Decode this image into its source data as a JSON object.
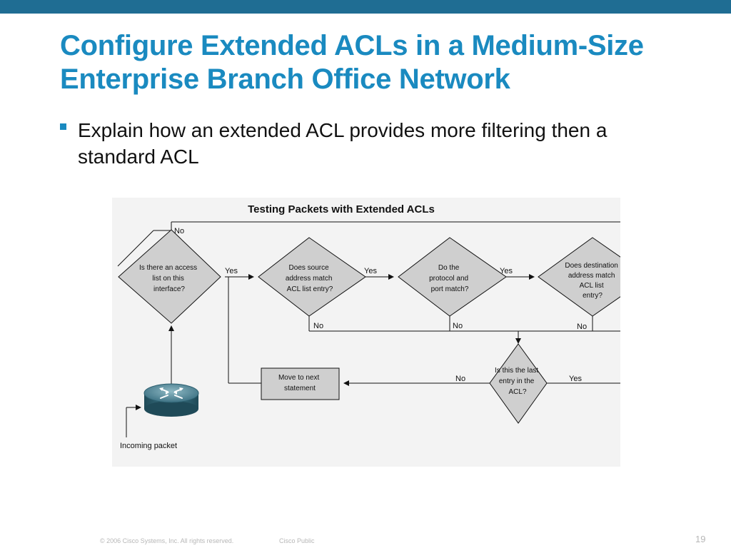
{
  "slide": {
    "title": "Configure Extended ACLs in a Medium-Size Enterprise Branch Office Network",
    "bullet": "Explain how an extended ACL provides more filtering then a standard ACL",
    "footer_copyright": "© 2006 Cisco Systems, Inc. All rights reserved.",
    "footer_classification": "Cisco Public",
    "page_number": "19"
  },
  "colors": {
    "top_bar": "#1f6d93",
    "title": "#1a8ac0",
    "diamond_fill": "#cfcfcf",
    "figure_bg": "#f3f3f3"
  },
  "diagram": {
    "title": "Testing Packets with Extended ACLs",
    "d1": [
      "Is there an access",
      "list on this",
      "interface?"
    ],
    "d2": [
      "Does source",
      "address match",
      "ACL list entry?"
    ],
    "d3": [
      "Do the",
      "protocol and",
      "port match?"
    ],
    "d4": [
      "Does destination",
      "address match",
      "ACL list",
      "entry?"
    ],
    "d5": [
      "Is this the last",
      "entry in the",
      "ACL?"
    ],
    "move_box": [
      "Move to next",
      "statement"
    ],
    "incoming": "Incoming packet",
    "yes": "Yes",
    "no": "No"
  }
}
